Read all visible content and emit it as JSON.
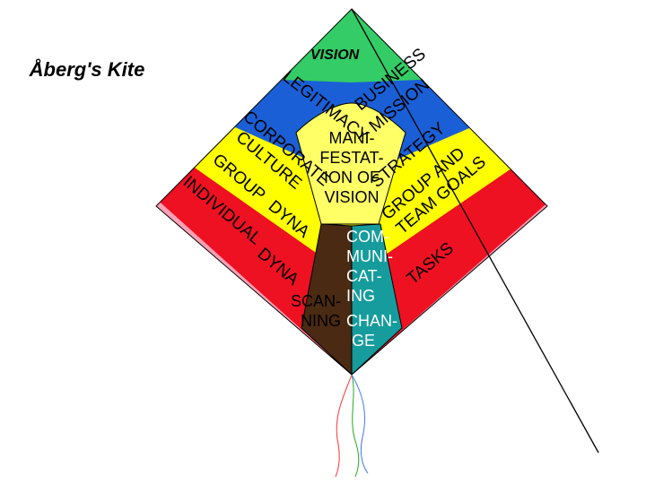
{
  "title": "Åberg's Kite",
  "layers": {
    "vision": "VISION",
    "legitimacy": "LEGITIMACY",
    "business": "BUSINESS",
    "mission": "MISSION",
    "corporate": "CORPORATE",
    "culture": "CULTURE",
    "strategy": "STRATEGY",
    "group": "GROUP",
    "group_dyna": "DYNA",
    "group_and": "GROUP AND",
    "team_goals": "TEAM GOALS",
    "individual": "INDIVIDUAL",
    "individual_dyna": "DYNA",
    "tasks": "TASKS"
  },
  "core": {
    "manifestation": [
      "MANI-",
      "FESTAT-",
      "ION OF",
      "VISION"
    ],
    "scanning": [
      "SCAN-",
      "NING"
    ],
    "communicating": [
      "COM-",
      "MUNI-",
      "CAT-",
      "ING",
      "CHAN-",
      "GE"
    ]
  },
  "colors": {
    "green": "#33cc66",
    "blue": "#1a5fd6",
    "yellow": "#ffff00",
    "red": "#ee1122",
    "pink": "#ff9fb4",
    "core_yellow": "#ffff66",
    "brown": "#4a2a12",
    "teal": "#169c9c",
    "tail_red": "#ff3333",
    "tail_green": "#22aa22",
    "tail_blue": "#4477ff",
    "line": "#000000"
  }
}
